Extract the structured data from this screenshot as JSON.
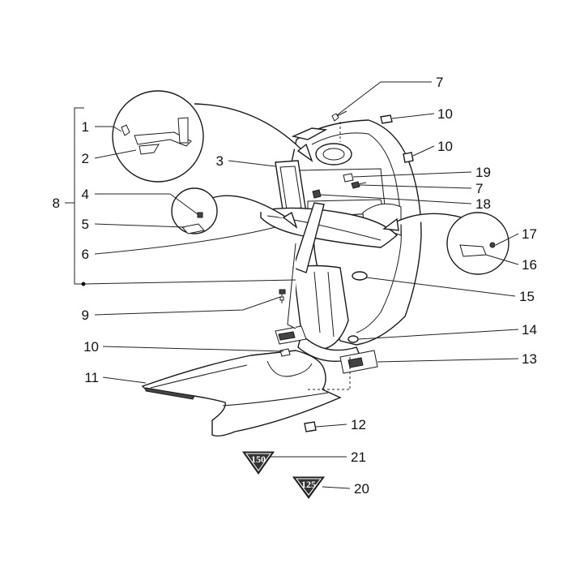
{
  "callouts": {
    "c1": "1",
    "c2": "2",
    "c3": "3",
    "c4": "4",
    "c5": "5",
    "c6": "6",
    "c7a": "7",
    "c7b": "7",
    "c8": "8",
    "c9": "9",
    "c10a": "10",
    "c10b": "10",
    "c10c": "10",
    "c11": "11",
    "c12": "12",
    "c13": "13",
    "c14": "14",
    "c15": "15",
    "c16": "16",
    "c17": "17",
    "c18": "18",
    "c19": "19",
    "c20": "20",
    "c21": "21"
  },
  "badges": {
    "b150": "150",
    "b125": "125"
  },
  "colors": {
    "line": "#222222",
    "badge_fill": "#333333"
  }
}
